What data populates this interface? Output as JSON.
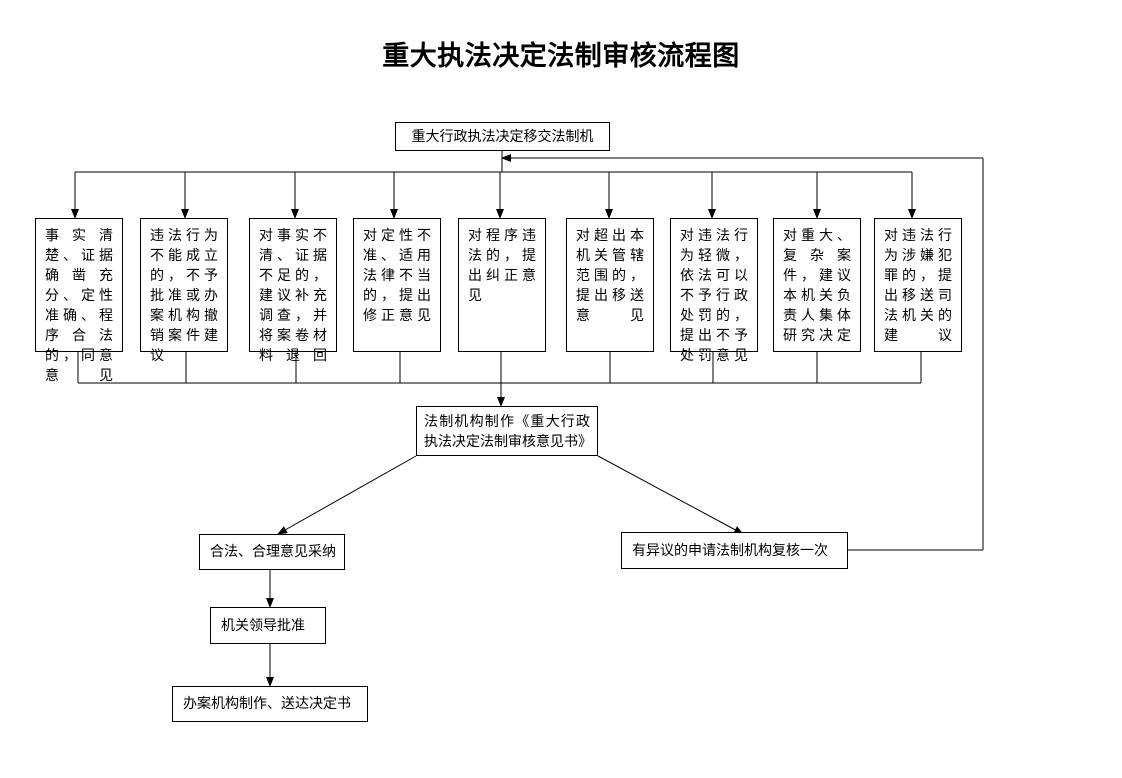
{
  "title": "重大执法决定法制审核流程图",
  "top_box": "重大行政执法决定移交法制机",
  "opinion_boxes": [
    "事实清楚、证据确凿充分、定性准确、程序合法的，同意意见",
    "违法行为不能成立的，不予批准或办案机构撤销案件建议",
    "对事实不清、证据不足的，建议补充调查，并将案卷材料退回",
    "对定性不准、适用法律不当的，提出修正意见",
    "对程序违法的，提出纠正意见",
    "对超出本机关管辖范围的，提出移送意见",
    "对违法行为轻微，依法可以不予行政处罚的，提出不予处罚意见",
    "对重大、复杂案件，建议本机关负责人集体研究决定",
    "对违法行为涉嫌犯罪的，提出移送司法机关的建议"
  ],
  "middle_box": "法制机构制作《重大行政执法决定法制审核意见书》",
  "adopt_box": "合法、合理意见采纳",
  "review_box": "有异议的申请法制机构复核一次",
  "approve_box": "机关领导批准",
  "final_box": "办案机构制作、送达决定书"
}
